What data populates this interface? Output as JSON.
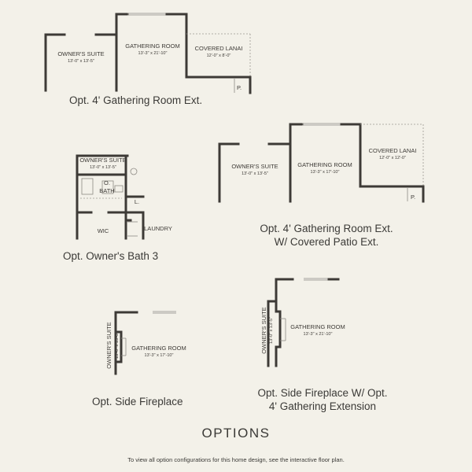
{
  "plans": {
    "p1": {
      "caption": "Opt. 4' Gathering Room Ext.",
      "owners_suite": "OWNER'S SUITE",
      "owners_suite_dim": "13'-0\" x 13'-5\"",
      "gathering": "GATHERING ROOM",
      "gathering_dim": "13'-3\" x 21'-10\"",
      "lanai": "COVERED LANAI",
      "lanai_dim": "12'-0\" x 8'-0\"",
      "pantry": "P."
    },
    "p2": {
      "caption": "Opt. Owner's Bath 3",
      "owners_suite": "OWNER'S SUITE",
      "owners_suite_dim": "13'-0\" x 13'-5\"",
      "bath_a": "O.",
      "bath_b": "BATH",
      "linen": "L.",
      "wic": "WIC",
      "laundry": "LAUNDRY"
    },
    "p3": {
      "caption_line1": "Opt. 4' Gathering Room Ext.",
      "caption_line2": "W/ Covered Patio Ext.",
      "owners_suite": "OWNER'S SUITE",
      "owners_suite_dim": "13'-0\" x 13'-5\"",
      "gathering": "GATHERING ROOM",
      "gathering_dim": "13'-3\" x 17'-10\"",
      "lanai": "COVERED LANAI",
      "lanai_dim": "12'-0\" x 12'-0\"",
      "pantry": "P."
    },
    "p4": {
      "caption": "Opt. Side Fireplace",
      "owners_suite": "OWNER'S SUITE",
      "owners_suite_dim": "13'-0\" x 13'-5\"",
      "gathering": "GATHERING ROOM",
      "gathering_dim": "13'-3\" x 17'-10\""
    },
    "p5": {
      "caption_line1": "Opt. Side Fireplace W/ Opt.",
      "caption_line2": "4' Gathering Extension",
      "owners_suite": "OWNER'S SUITE",
      "owners_suite_dim": "13'-0\" x 13'-5\"",
      "gathering": "GATHERING ROOM",
      "gathering_dim": "13'-3\" x 21'-10\""
    }
  },
  "title": "OPTIONS",
  "note": "To view all option configurations for this home design, see the interactive floor plan."
}
